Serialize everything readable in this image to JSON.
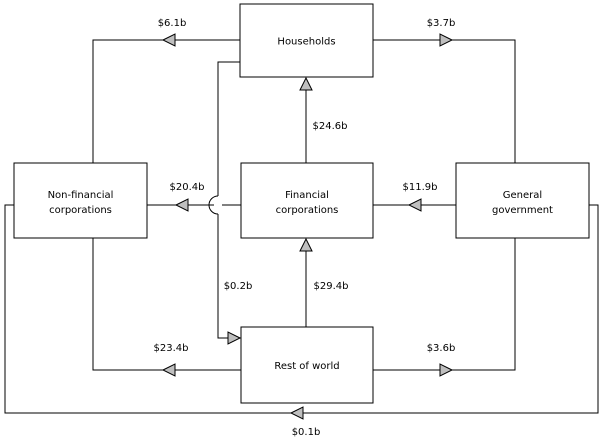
{
  "diagram": {
    "type": "flow-diagram",
    "currency_unit": "billions of dollars",
    "nodes": [
      {
        "id": "households",
        "label_line1": "Households",
        "label_line2": ""
      },
      {
        "id": "nonfin",
        "label_line1": "Non-financial",
        "label_line2": "corporations"
      },
      {
        "id": "fincorp",
        "label_line1": "Financial",
        "label_line2": "corporations"
      },
      {
        "id": "government",
        "label_line1": "General",
        "label_line2": "government"
      },
      {
        "id": "restofworld",
        "label_line1": "Rest of world",
        "label_line2": ""
      }
    ],
    "flows": [
      {
        "id": "f1",
        "label": "$6.1b",
        "value": 6.1,
        "from": "households",
        "to": "nonfin"
      },
      {
        "id": "f2",
        "label": "$3.7b",
        "value": 3.7,
        "from": "households",
        "to": "government"
      },
      {
        "id": "f3",
        "label": "$24.6b",
        "value": 24.6,
        "from": "fincorp",
        "to": "households"
      },
      {
        "id": "f4",
        "label": "$20.4b",
        "value": 20.4,
        "from": "fincorp",
        "to": "nonfin"
      },
      {
        "id": "f5",
        "label": "$11.9b",
        "value": 11.9,
        "from": "government",
        "to": "fincorp"
      },
      {
        "id": "f6",
        "label": "$0.2b",
        "value": 0.2,
        "from": "households",
        "to": "restofworld"
      },
      {
        "id": "f7",
        "label": "$29.4b",
        "value": 29.4,
        "from": "restofworld",
        "to": "fincorp"
      },
      {
        "id": "f8",
        "label": "$23.4b",
        "value": 23.4,
        "from": "restofworld",
        "to": "nonfin"
      },
      {
        "id": "f9",
        "label": "$3.6b",
        "value": 3.6,
        "from": "restofworld",
        "to": "government"
      },
      {
        "id": "f10",
        "label": "$0.1b",
        "value": 0.1,
        "from": "government",
        "to": "nonfin"
      }
    ],
    "colors": {
      "stroke": "#000000",
      "node_fill": "#ffffff",
      "arrow_fill": "#bfbfbf",
      "background": "#ffffff"
    }
  }
}
